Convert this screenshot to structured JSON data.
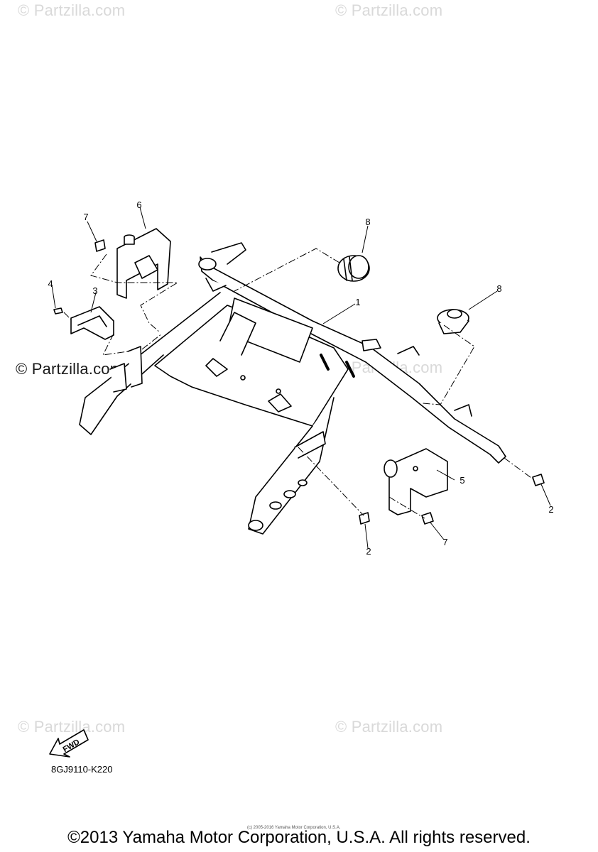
{
  "watermarks": {
    "top_left": "© Partzilla.com",
    "top_right": "© Partzilla.com",
    "mid_left": "© Partzilla.com",
    "mid_right": "© Partzilla.com",
    "bottom_left": "© Partzilla.com",
    "bottom_right": "© Partzilla.com"
  },
  "callouts": {
    "c1": "1",
    "c2a": "2",
    "c2b": "2",
    "c3": "3",
    "c4": "4",
    "c5": "5",
    "c6": "6",
    "c7a": "7",
    "c7b": "7",
    "c8a": "8",
    "c8b": "8"
  },
  "fwd_label": "FWD",
  "drawing_code": "8GJ9110-K220",
  "fine_print": "(c) 2005-2016 Yamaha Motor Corporation, U.S.A.",
  "copyright": "©2013 Yamaha Motor Corporation, U.S.A. All rights reserved.",
  "colors": {
    "line": "#000000",
    "watermark": "#d9d9d9"
  }
}
